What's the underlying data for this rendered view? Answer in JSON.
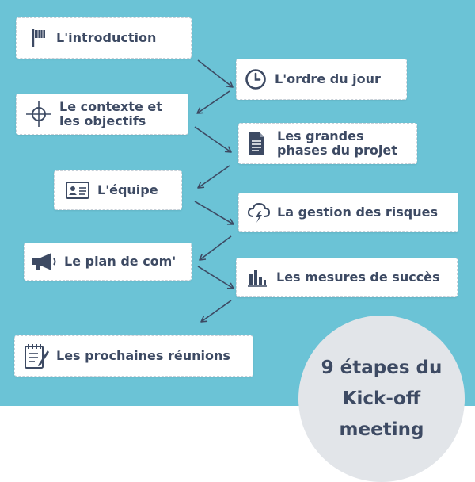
{
  "steps": [
    {
      "label": "L'introduction",
      "icon": "flag-icon"
    },
    {
      "label": "L'ordre du jour",
      "icon": "clock-icon"
    },
    {
      "label": "Le contexte et\nles objectifs",
      "icon": "crosshair-icon"
    },
    {
      "label": "Les grandes\nphases du projet",
      "icon": "document-icon"
    },
    {
      "label": "L'équipe",
      "icon": "id-card-icon"
    },
    {
      "label": "La gestion des risques",
      "icon": "storm-cloud-icon"
    },
    {
      "label": "Le plan de com'",
      "icon": "megaphone-icon"
    },
    {
      "label": "Les mesures de succès",
      "icon": "bar-chart-icon"
    },
    {
      "label": "Les prochaines réunions",
      "icon": "notepad-pencil-icon"
    }
  ],
  "title": "9 étapes du\nKick-off\nmeeting",
  "colors": {
    "background": "#6bc3d6",
    "text": "#3d4a63",
    "circle": "#e2e5e9",
    "arrow": "#3d4a63"
  }
}
